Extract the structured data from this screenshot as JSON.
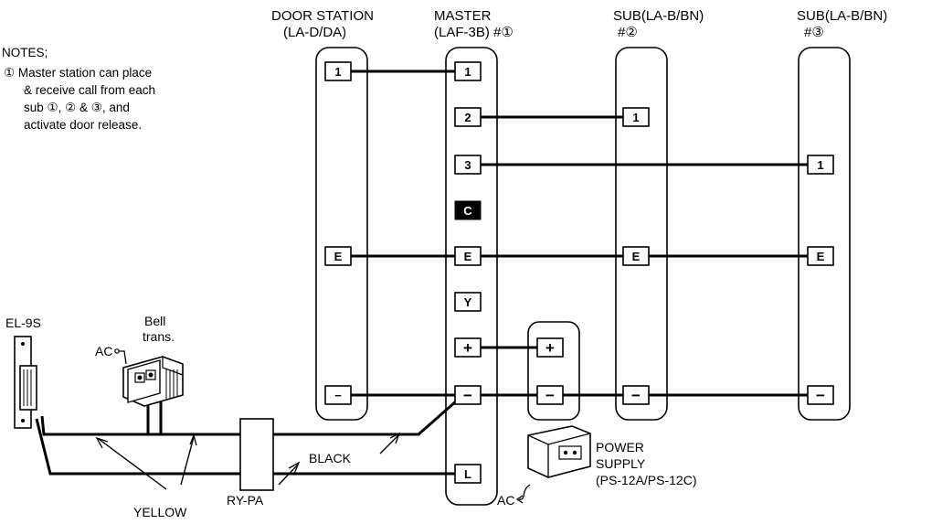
{
  "headers": {
    "door": [
      "DOOR STATION",
      "(LA-D/DA)"
    ],
    "master": [
      "MASTER",
      "(LAF-3B) #①"
    ],
    "sub2": [
      "SUB(LA-B/BN)",
      "#②"
    ],
    "sub3": [
      "SUB(LA-B/BN)",
      "#③"
    ]
  },
  "notes": {
    "title": "NOTES;",
    "lines": [
      "① Master station can place",
      "& receive call from each",
      "sub  ①, ② & ③, and",
      "activate door release."
    ]
  },
  "terminals": {
    "door": [
      "1",
      "E",
      "−"
    ],
    "master": [
      "1",
      "2",
      "3",
      "C",
      "E",
      "Y",
      "+",
      "−",
      "L"
    ],
    "sub2": [
      "1",
      "E",
      "−"
    ],
    "sub3": [
      "1",
      "E",
      "−"
    ],
    "power": [
      "+",
      "−"
    ]
  },
  "labels": {
    "el9s": "EL-9S",
    "bell_trans": [
      "Bell",
      "trans."
    ],
    "ac_bell": "AC",
    "black": "BLACK",
    "yellow": "YELLOW",
    "rypa": "RY-PA",
    "ac_power": "AC",
    "power_supply": [
      "POWER",
      "SUPPLY",
      "(PS-12A/PS-12C)"
    ]
  }
}
